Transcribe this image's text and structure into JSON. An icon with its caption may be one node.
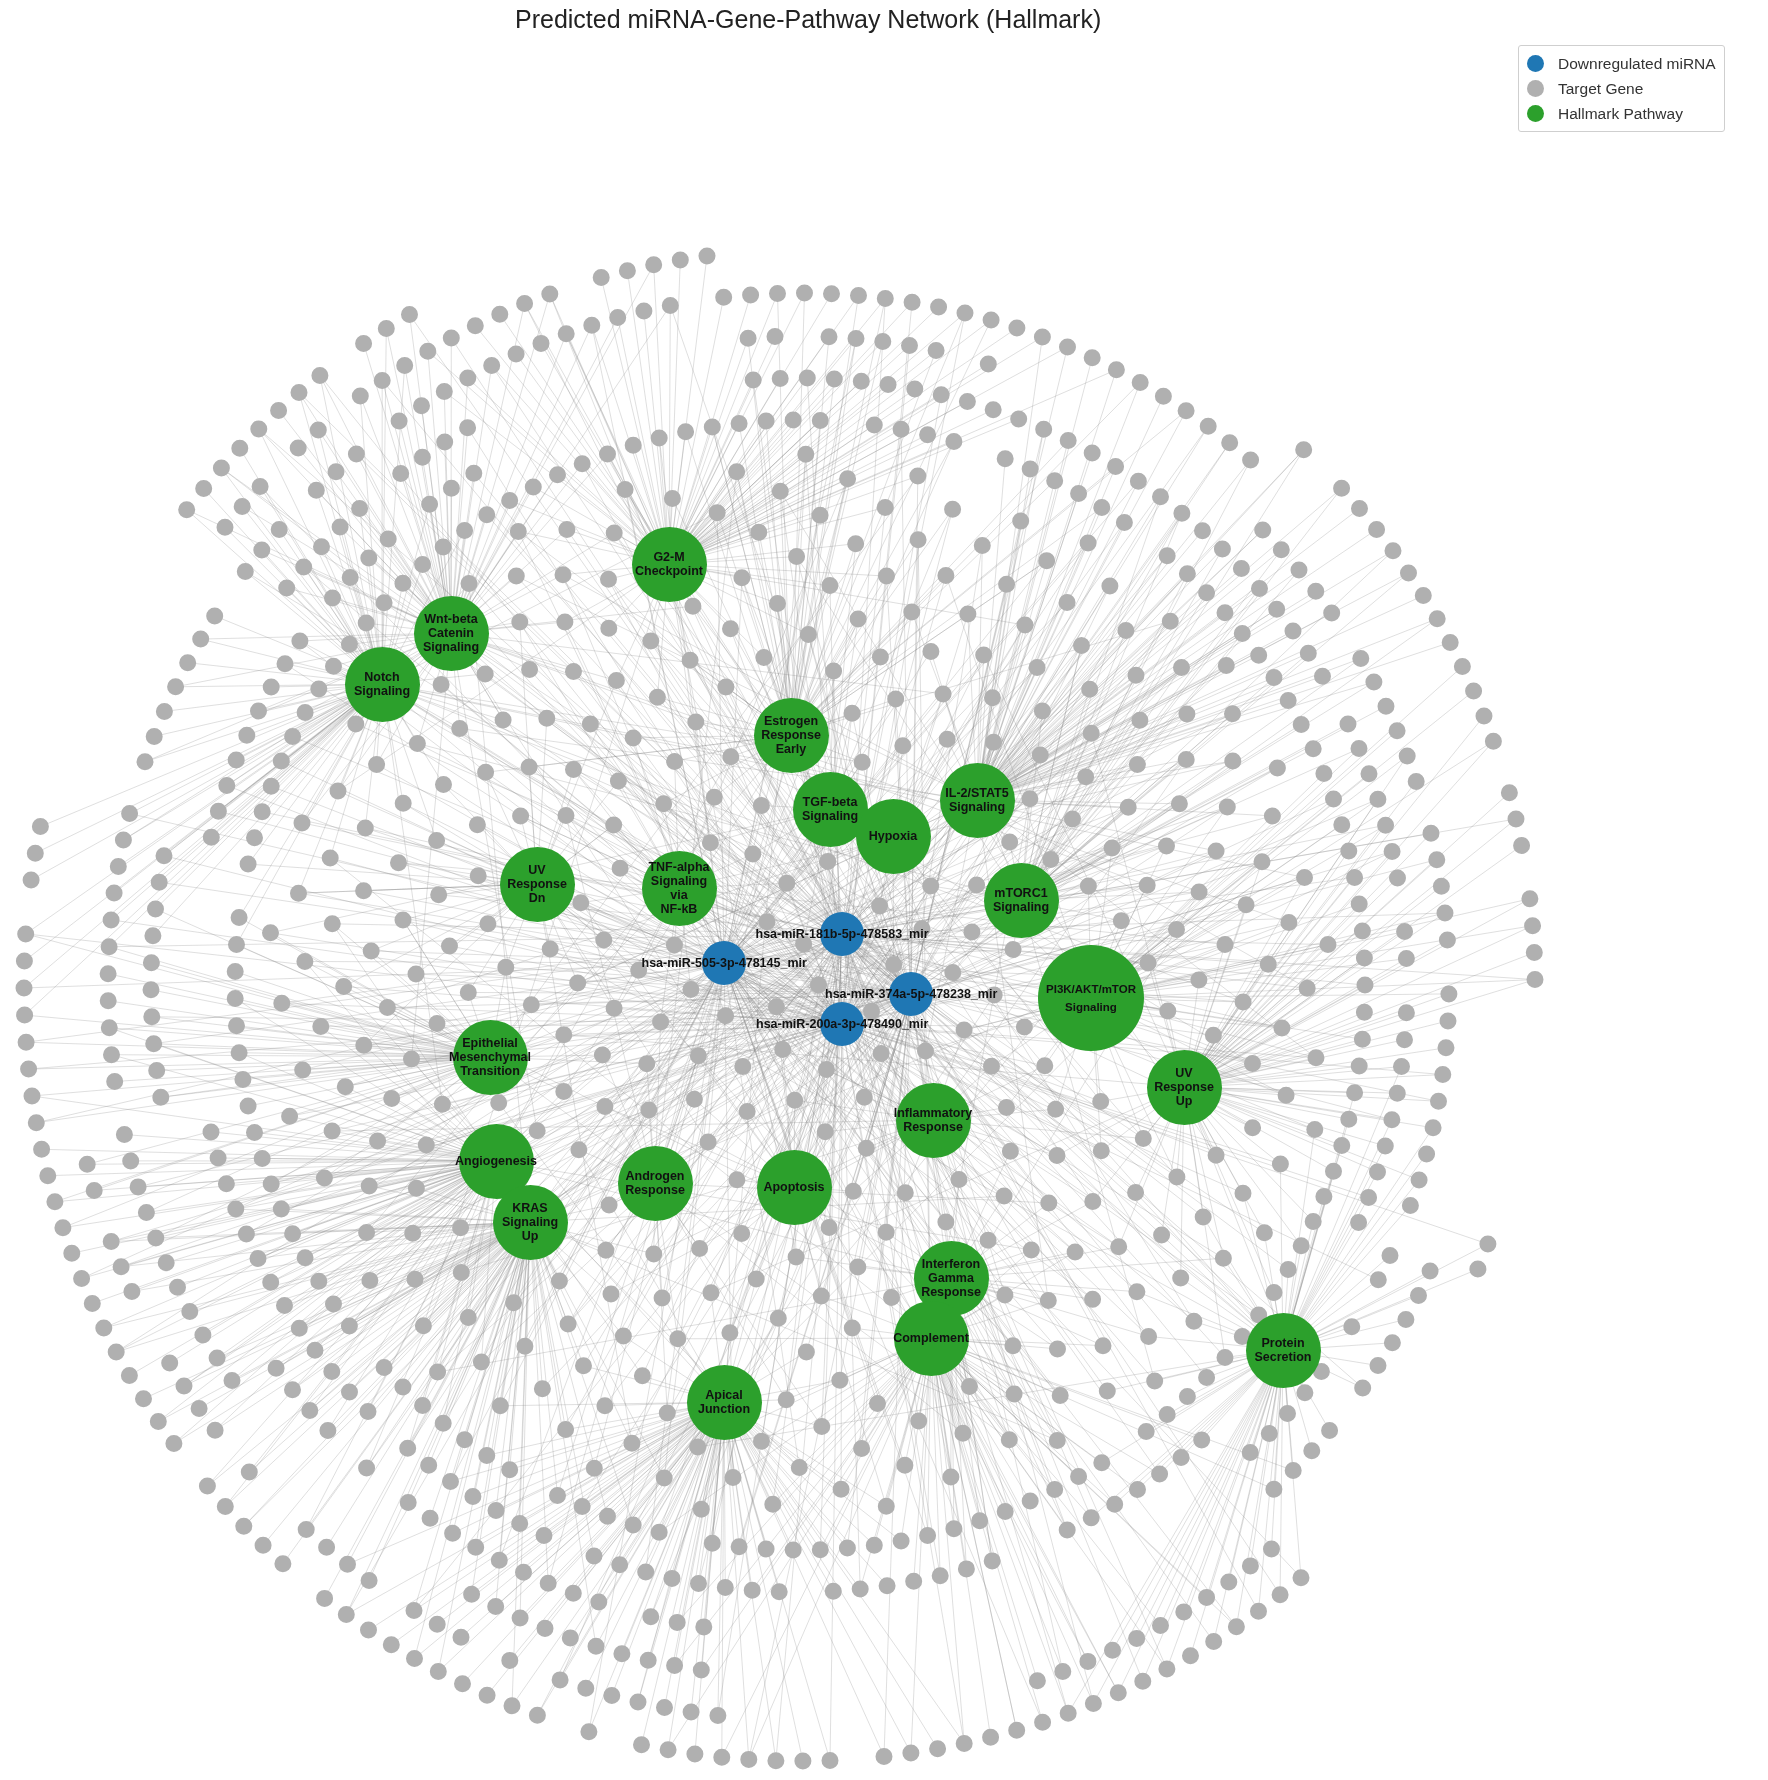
{
  "diagram": {
    "title": "Predicted miRNA-Gene-Pathway Network (Hallmark)",
    "nodes": [
      {
        "text": [
          "G2-M Checkpoint"
        ]
      },
      {
        "text": [
          "Wnt-beta Catenin Signaling"
        ]
      },
      {
        "text": [
          "Notch Signaling"
        ]
      },
      {
        "text": [
          "Estrogen Response Early"
        ]
      },
      {
        "text": [
          "IL-2/STAT5 Signaling"
        ]
      },
      {
        "text": [
          "TGF-beta Signaling"
        ]
      },
      {
        "text": [
          "Hypoxia"
        ]
      },
      {
        "text": [
          "UV Response Dn"
        ]
      },
      {
        "text": [
          "TNF-alpha Signaling via NF-kB"
        ]
      },
      {
        "text": [
          "mTORC1 Signaling"
        ]
      },
      {
        "text": [
          "hsa-miR-181b-5p-478583_mir"
        ]
      },
      {
        "text": [
          "hsa-miR-505-3p-478145_mir"
        ]
      },
      {
        "text": [
          "hsa-miR-374a-5p-478238_mir"
        ]
      },
      {
        "text": [
          "PI3K/AKT/mTOR Signaling"
        ]
      },
      {
        "text": [
          "hsa-miR-200a-3p-478490_mir"
        ]
      },
      {
        "text": [
          "Epithelial Mesenchymal Transition"
        ]
      },
      {
        "text": [
          "UV Response Up"
        ]
      },
      {
        "text": [
          "Inflammatory Response"
        ]
      },
      {
        "text": [
          "Angiogenesis"
        ]
      },
      {
        "text": [
          "Androgen Response"
        ]
      },
      {
        "text": [
          "Apoptosis"
        ]
      },
      {
        "text": [
          "KRAS Signaling Up"
        ]
      },
      {
        "text": [
          "Interferon Gamma Response"
        ]
      },
      {
        "text": [
          "Complement"
        ]
      },
      {
        "text": [
          "Protein Secretion"
        ]
      },
      {
        "text": [
          "Apical Junction"
        ]
      }
    ],
    "legend": [
      {
        "text": "Downregulated miRNA",
        "color": "#1f77b4"
      },
      {
        "text": "Target Gene",
        "color": "#b0b0b0"
      },
      {
        "text": "Hallmark Pathway",
        "color": "#2ca02c"
      }
    ]
  }
}
